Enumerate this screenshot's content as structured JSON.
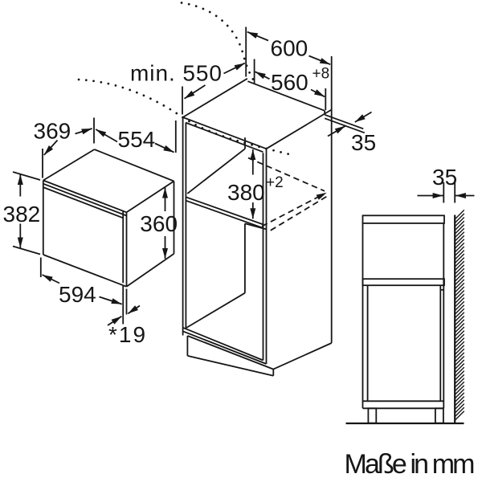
{
  "diagram": {
    "type": "appliance installation drawing",
    "subject": "built-in microwave oven niche dimensions"
  },
  "appliance": {
    "depth": "369",
    "body_width": "554",
    "front_height": "382",
    "side_height": "360",
    "front_width": "594",
    "protrusion": "*19"
  },
  "niche": {
    "cabinet_width": "600",
    "min_depth": "min. 550",
    "width": "560",
    "width_tolerance": "+8",
    "height": "380",
    "height_tolerance": "+2",
    "front_edge_gap": "35"
  },
  "side_view": {
    "wall_gap": "35"
  },
  "footer": {
    "units_note": "Maße in mm"
  },
  "colors": {
    "line": "#161616",
    "background": "#ffffff"
  }
}
